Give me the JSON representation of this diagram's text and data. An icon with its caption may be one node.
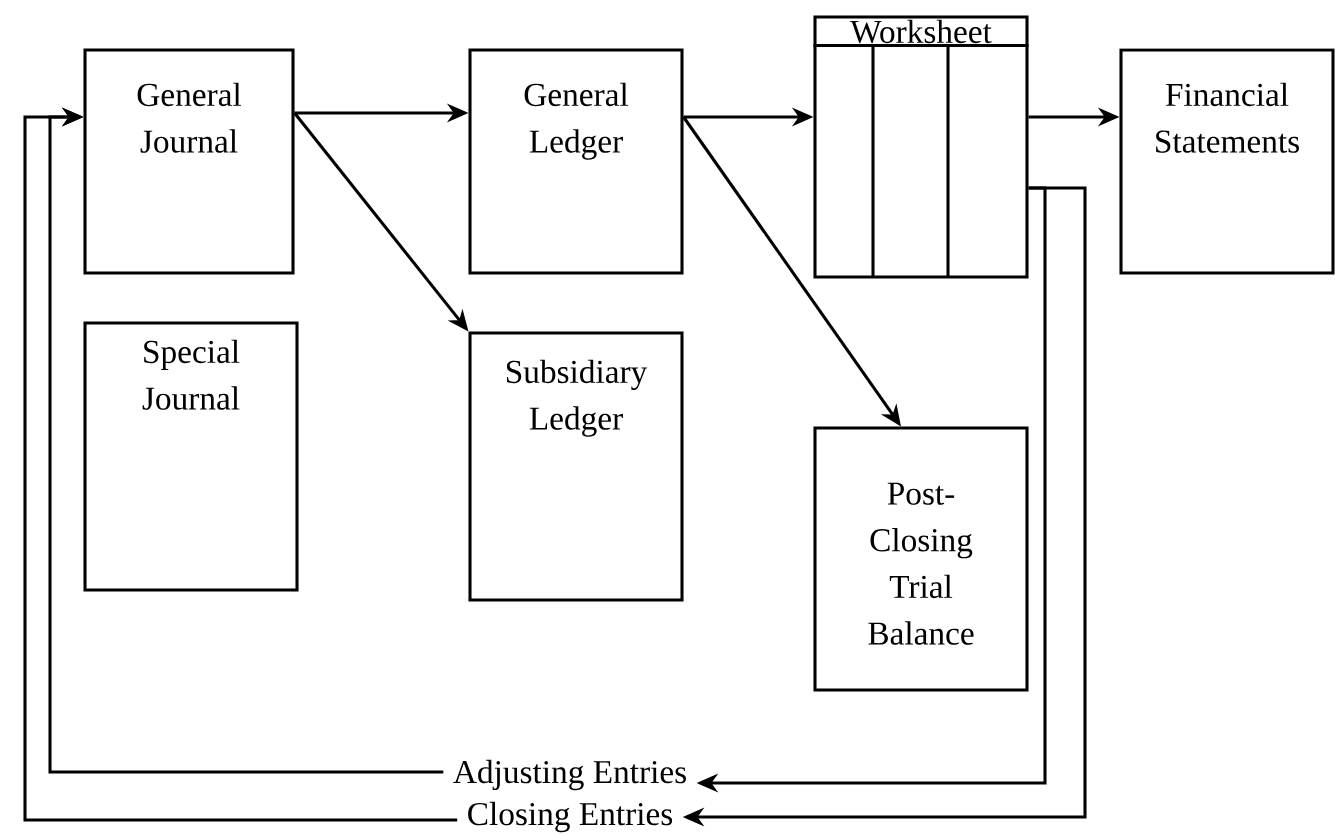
{
  "diagram": {
    "nodes": [
      {
        "text": [
          "General Journal"
        ]
      },
      {
        "text": [
          "General Ledger"
        ]
      },
      {
        "text": [
          "Worksheet"
        ]
      },
      {
        "text": [
          "Financial Statements"
        ]
      },
      {
        "text": [
          "Special Journal"
        ]
      },
      {
        "text": [
          "Subsidiary Ledger"
        ]
      },
      {
        "text": [
          "Post-Closing Trial Balance"
        ]
      },
      {
        "text": [
          "Adjusting Entries"
        ]
      },
      {
        "text": [
          "Closing Entries"
        ]
      }
    ],
    "edges": [
      {
        "from": 0,
        "to": 1,
        "arrow": "to"
      },
      {
        "from": 0,
        "to": 5,
        "arrow": "to"
      },
      {
        "from": 1,
        "to": 2,
        "arrow": "to"
      },
      {
        "from": 1,
        "to": 6,
        "arrow": "to"
      },
      {
        "from": 2,
        "to": 3,
        "arrow": "to"
      },
      {
        "from": 2,
        "to": 7,
        "arrow": "to"
      },
      {
        "from": 2,
        "to": 8,
        "arrow": "to"
      },
      {
        "from": 7,
        "to": 0,
        "arrow": "to"
      },
      {
        "from": 8,
        "to": 0,
        "arrow": "to"
      }
    ]
  }
}
